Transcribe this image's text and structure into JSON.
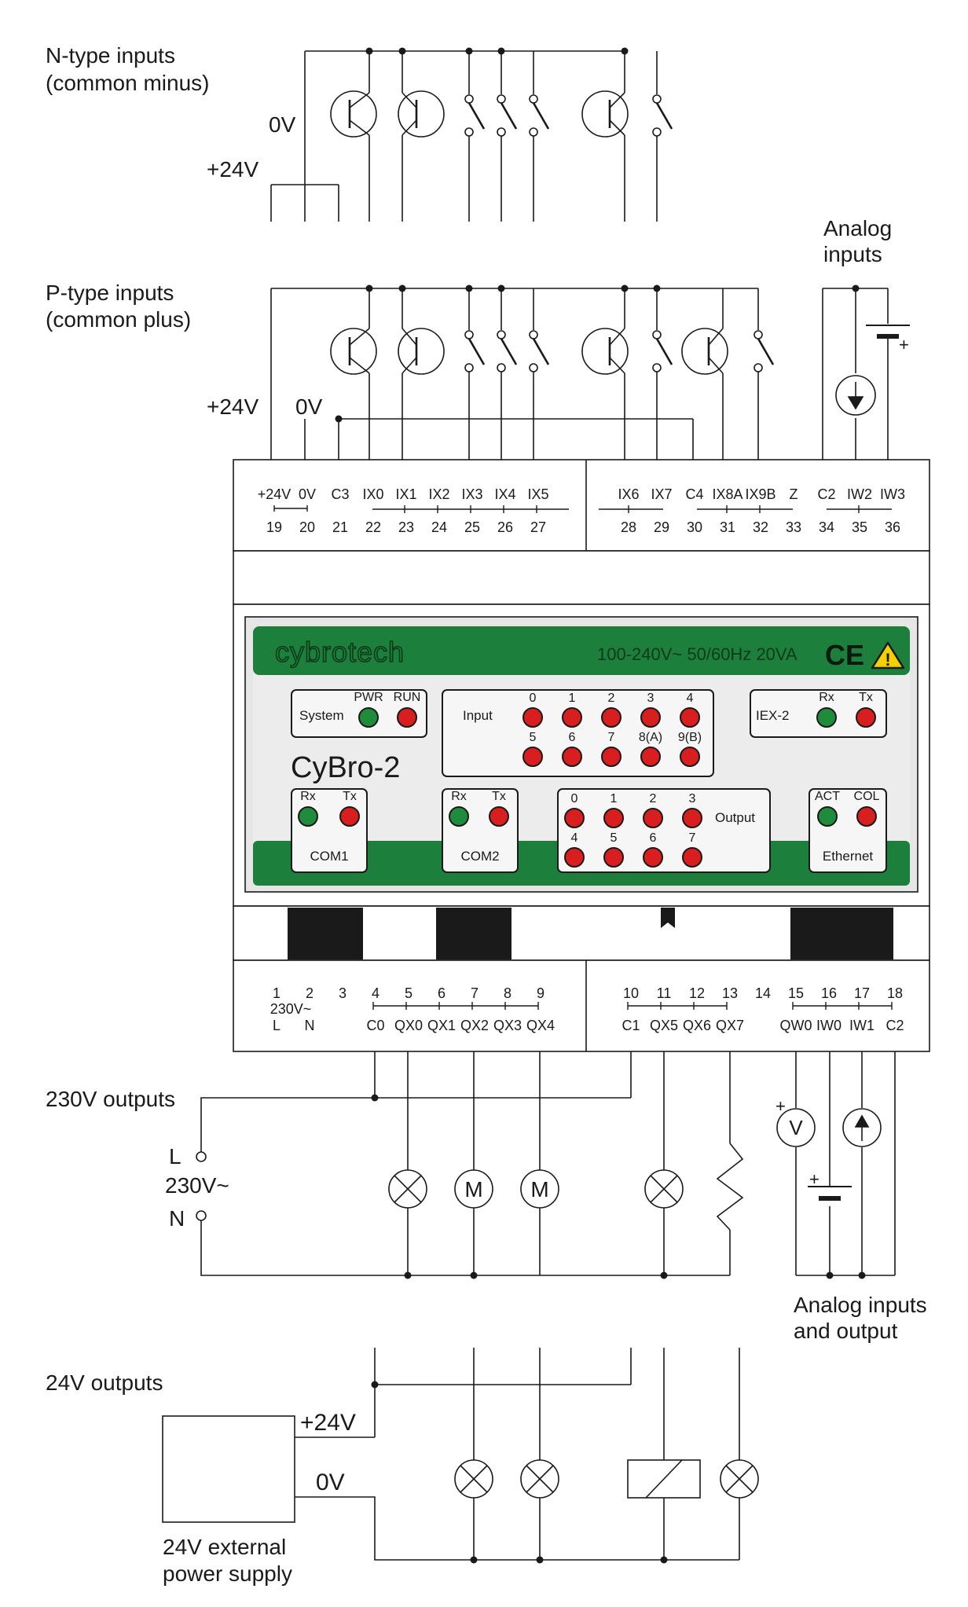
{
  "labels": {
    "n_type_line1": "N-type inputs",
    "n_type_line2": "(common minus)",
    "n_0v": "0V",
    "n_24v": "+24V",
    "p_type_line1": "P-type inputs",
    "p_type_line2": "(common plus)",
    "p_24v": "+24V",
    "p_0v": "0V",
    "analog_in_line1": "Analog",
    "analog_in_line2": "inputs",
    "out230": "230V outputs",
    "L": "L",
    "mains": "230V~",
    "N": "N",
    "analog_io_line1": "Analog inputs",
    "analog_io_line2": "and output",
    "out24": "24V outputs",
    "ps_24v": "+24V",
    "ps_0v": "0V",
    "ps_line1": "24V external",
    "ps_line2": "power supply",
    "motor": "M",
    "plus": "+",
    "volt": "V"
  },
  "top_terminals": {
    "names": [
      "+24V",
      "0V",
      "C3",
      "IX0",
      "IX1",
      "IX2",
      "IX3",
      "IX4",
      "IX5",
      "IX6",
      "IX7",
      "C4",
      "IX8A",
      "IX9B",
      "Z",
      "C2",
      "IW2",
      "IW3"
    ],
    "numbers": [
      "19",
      "20",
      "21",
      "22",
      "23",
      "24",
      "25",
      "26",
      "27",
      "28",
      "29",
      "30",
      "31",
      "32",
      "33",
      "34",
      "35",
      "36"
    ]
  },
  "bottom_terminals": {
    "numbers": [
      "1",
      "2",
      "3",
      "4",
      "5",
      "6",
      "7",
      "8",
      "9",
      "10",
      "11",
      "12",
      "13",
      "14",
      "15",
      "16",
      "17",
      "18"
    ],
    "names": [
      "L",
      "N",
      "",
      "C0",
      "QX0",
      "QX1",
      "QX2",
      "QX3",
      "QX4",
      "C1",
      "QX5",
      "QX6",
      "QX7",
      "",
      "QW0",
      "IW0",
      "IW1",
      "C2"
    ],
    "supply": "230V~"
  },
  "panel": {
    "brand": "cybrotech",
    "rating": "100-240V~ 50/60Hz 20VA",
    "ce": "CE",
    "warning": "!",
    "model": "CyBro-2",
    "system": {
      "label": "System",
      "leds": [
        {
          "label": "PWR",
          "color": "#1e8c3a"
        },
        {
          "label": "RUN",
          "color": "#d81e1e"
        }
      ]
    },
    "input": {
      "label": "Input",
      "row1": [
        "0",
        "1",
        "2",
        "3",
        "4"
      ],
      "row2": [
        "5",
        "6",
        "7",
        "8(A)",
        "9(B)"
      ]
    },
    "iex": {
      "label": "IEX-2",
      "leds": [
        {
          "label": "Rx",
          "color": "#1e8c3a"
        },
        {
          "label": "Tx",
          "color": "#d81e1e"
        }
      ]
    },
    "com1": {
      "label": "COM1",
      "leds": [
        {
          "label": "Rx",
          "color": "#1e8c3a"
        },
        {
          "label": "Tx",
          "color": "#d81e1e"
        }
      ]
    },
    "com2": {
      "label": "COM2",
      "leds": [
        {
          "label": "Rx",
          "color": "#1e8c3a"
        },
        {
          "label": "Tx",
          "color": "#d81e1e"
        }
      ]
    },
    "output": {
      "label": "Output",
      "row1": [
        "0",
        "1",
        "2",
        "3"
      ],
      "row2": [
        "4",
        "5",
        "6",
        "7"
      ]
    },
    "ethernet": {
      "label": "Ethernet",
      "leds": [
        {
          "label": "ACT",
          "color": "#1e8c3a"
        },
        {
          "label": "COL",
          "color": "#d81e1e"
        }
      ]
    }
  },
  "colors": {
    "panel_green": "#1d7f3c",
    "led_red": "#d81e1e",
    "led_green": "#1e8c3a",
    "ink": "#1a1a1a",
    "panel_grey": "#e9e9e9",
    "warning_yellow": "#f5d000"
  }
}
